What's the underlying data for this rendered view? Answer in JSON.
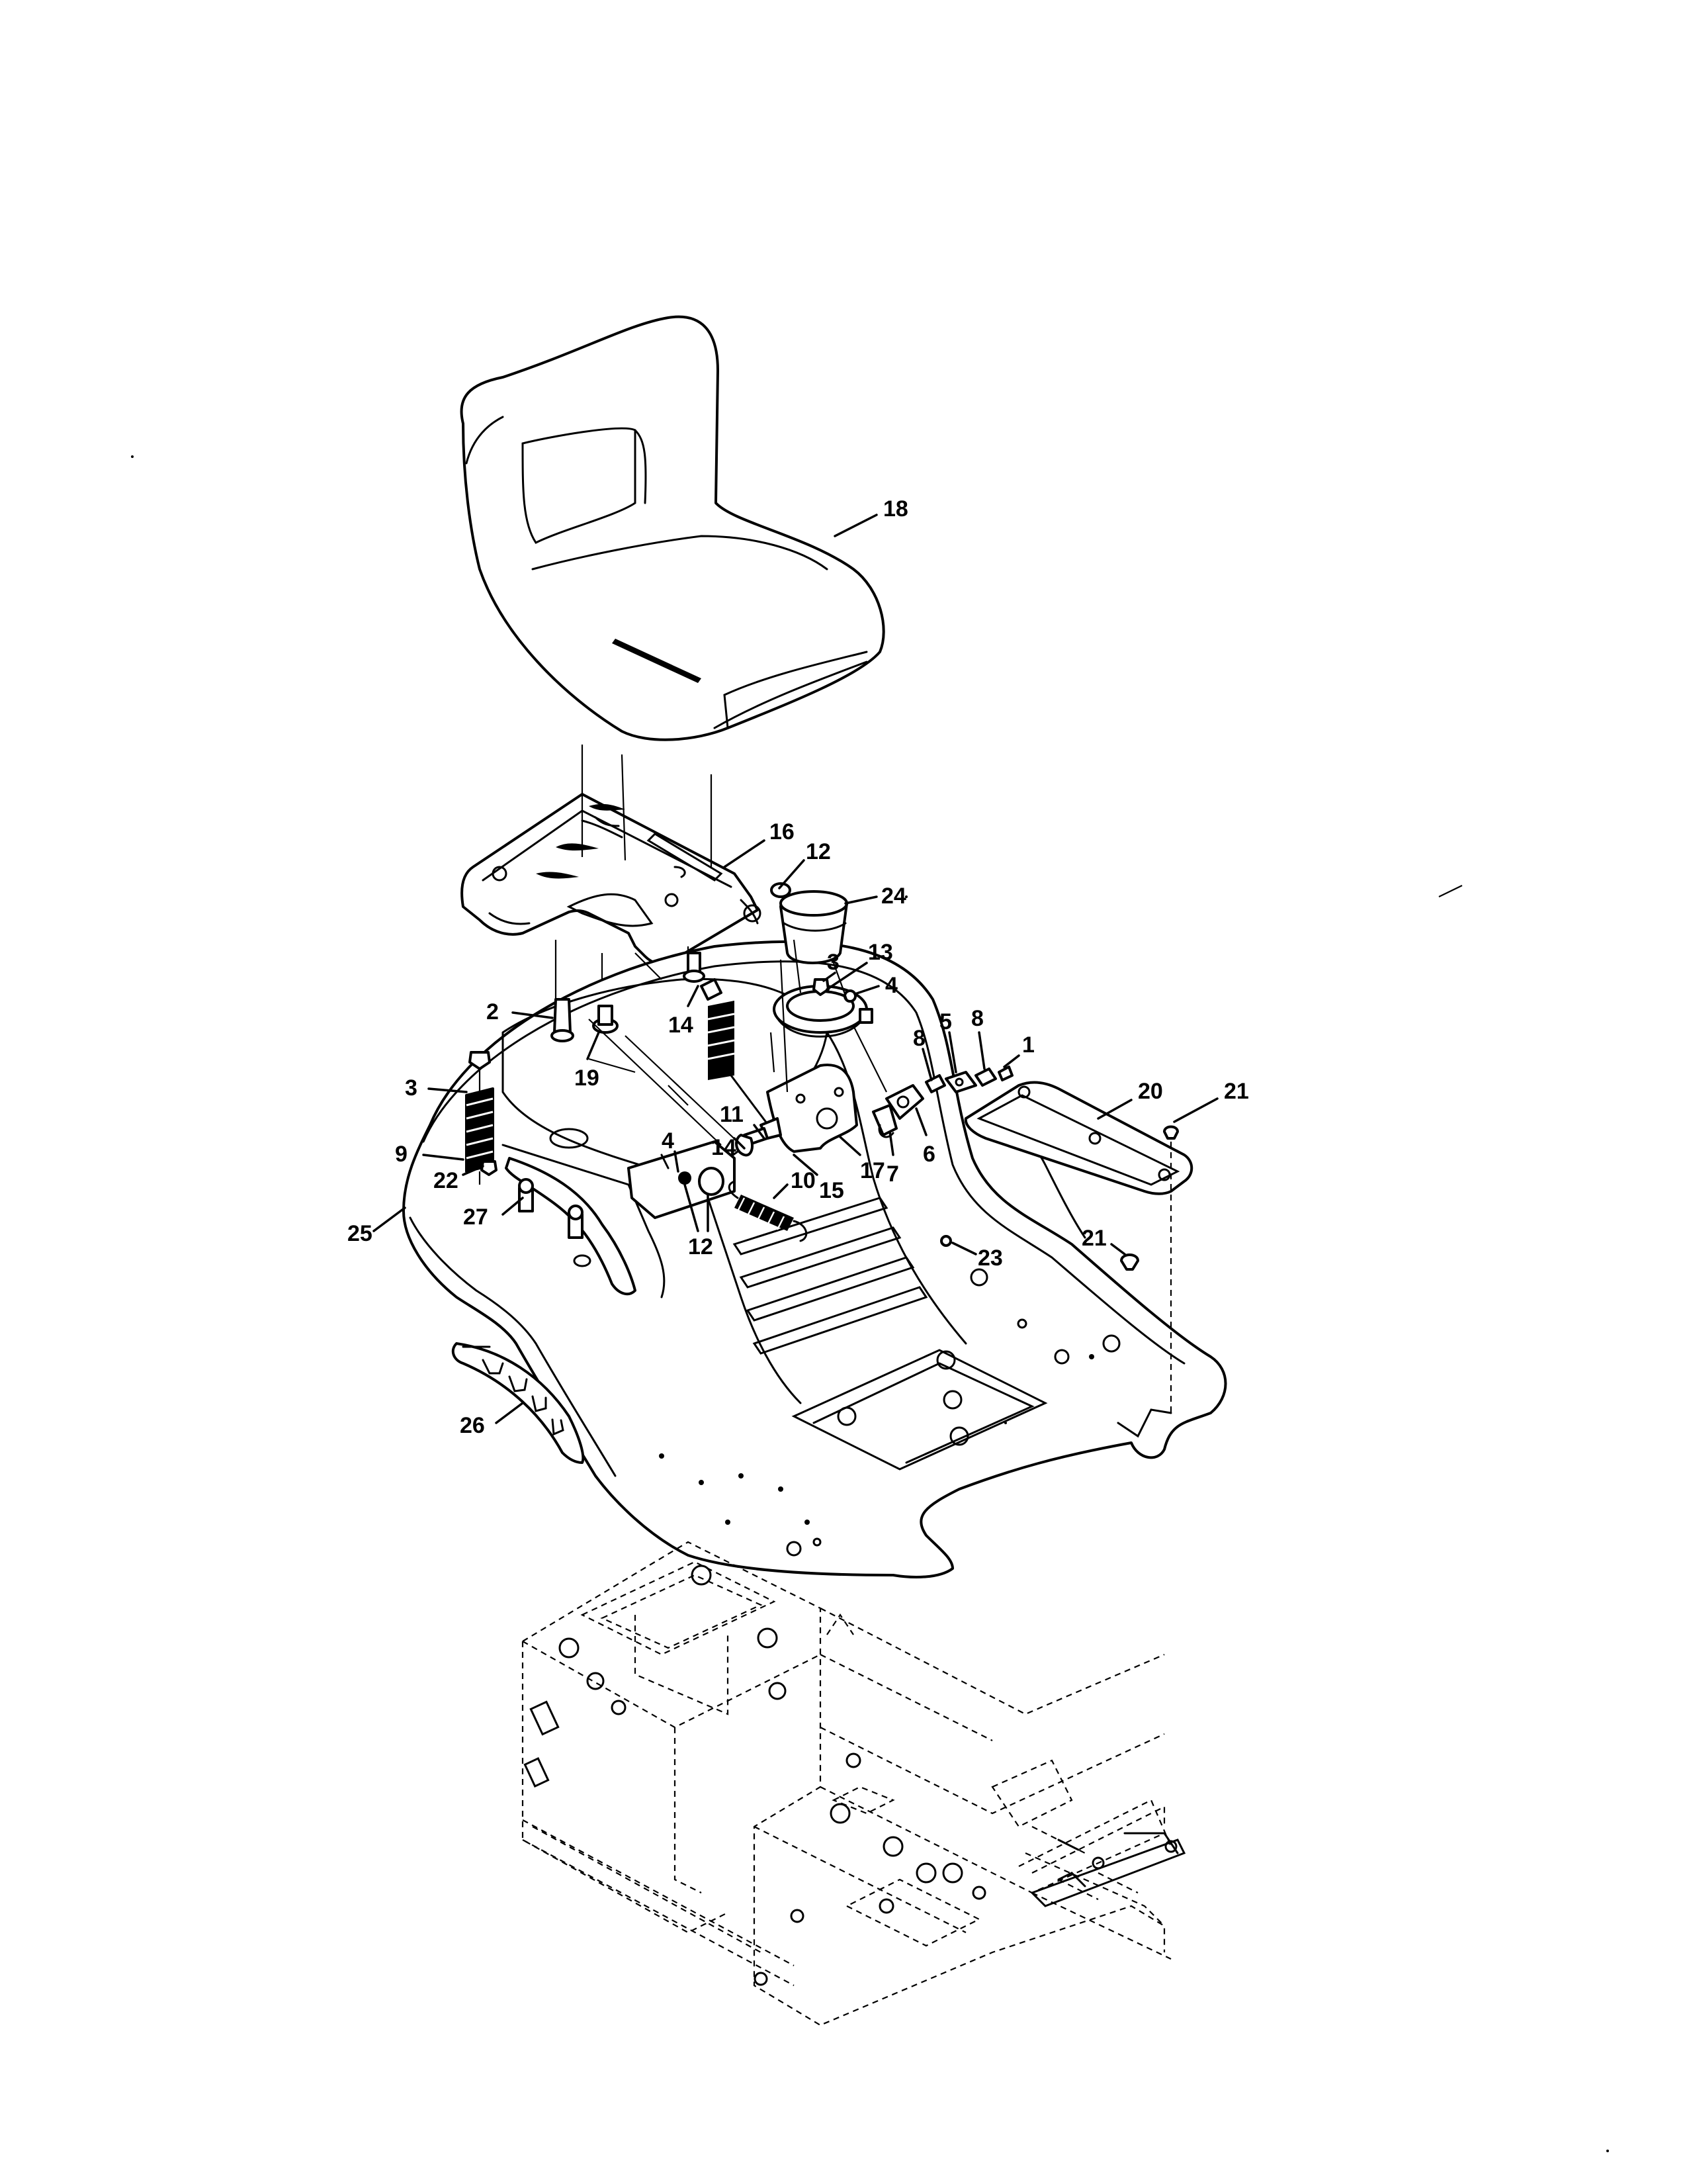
{
  "callouts": [
    {
      "id": "c18",
      "label": "18"
    },
    {
      "id": "c16",
      "label": "16"
    },
    {
      "id": "c12a",
      "label": "12"
    },
    {
      "id": "c24",
      "label": "24"
    },
    {
      "id": "c3a",
      "label": "3"
    },
    {
      "id": "c13",
      "label": "13"
    },
    {
      "id": "c4a",
      "label": "4"
    },
    {
      "id": "c5",
      "label": "5"
    },
    {
      "id": "c8a",
      "label": "8"
    },
    {
      "id": "c1",
      "label": "1"
    },
    {
      "id": "c8b",
      "label": "8"
    },
    {
      "id": "c2",
      "label": "2"
    },
    {
      "id": "c3b",
      "label": "3"
    },
    {
      "id": "c19",
      "label": "19"
    },
    {
      "id": "c14a",
      "label": "14"
    },
    {
      "id": "c9",
      "label": "9"
    },
    {
      "id": "c11",
      "label": "11"
    },
    {
      "id": "c20",
      "label": "20"
    },
    {
      "id": "c21a",
      "label": "21"
    },
    {
      "id": "c14b",
      "label": "14"
    },
    {
      "id": "c7",
      "label": "7"
    },
    {
      "id": "c6",
      "label": "6"
    },
    {
      "id": "c17",
      "label": "17"
    },
    {
      "id": "c15",
      "label": "15"
    },
    {
      "id": "c4b",
      "label": "4"
    },
    {
      "id": "c10",
      "label": "10"
    },
    {
      "id": "c22",
      "label": "22"
    },
    {
      "id": "c12b",
      "label": "12"
    },
    {
      "id": "c27",
      "label": "27"
    },
    {
      "id": "c25",
      "label": "25"
    },
    {
      "id": "c23",
      "label": "23"
    },
    {
      "id": "c21b",
      "label": "21"
    },
    {
      "id": "c26",
      "label": "26"
    }
  ]
}
